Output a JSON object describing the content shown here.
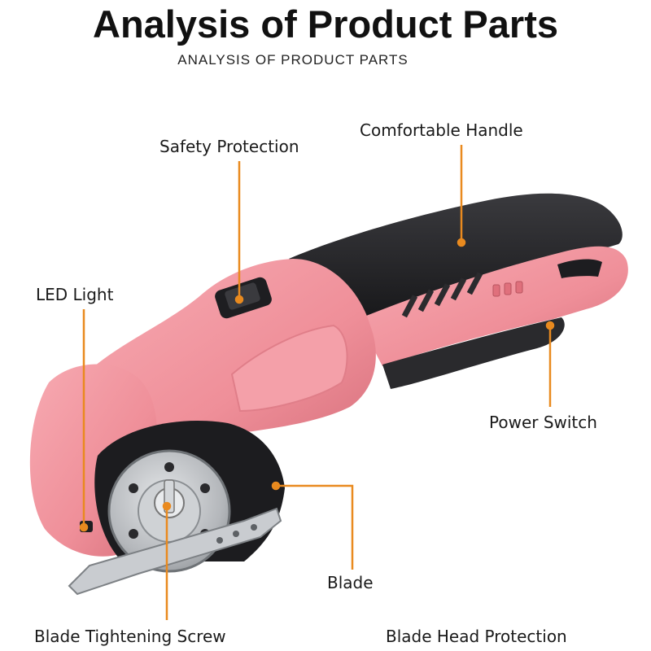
{
  "heading": {
    "title": "Analysis of Product Parts",
    "subtitle": "ANALYSIS OF PRODUCT PARTS"
  },
  "callouts": {
    "safety_protection": "Safety Protection",
    "comfortable_handle": "Comfortable Handle",
    "led_light": "LED Light",
    "power_switch": "Power Switch",
    "blade": "Blade",
    "blade_tightening_screw": "Blade Tightening Screw",
    "blade_head_protection": "Blade Head Protection"
  },
  "colors": {
    "leader_line": "#e98a1f",
    "body_pink": "#f08e98",
    "body_pink_dark": "#d9707c",
    "grip_black": "#1f1f22",
    "blade_steel": "#b9bcc0",
    "text": "#1a1a1a"
  },
  "icons": {
    "product": "electric-cutter-illustration"
  }
}
